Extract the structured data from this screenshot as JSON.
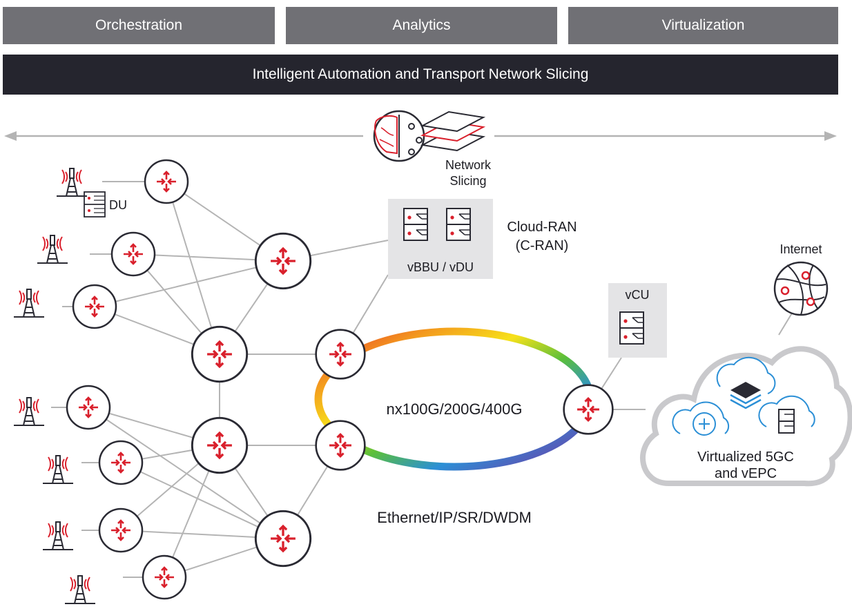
{
  "top_bars": {
    "orchestration": "Orchestration",
    "analytics": "Analytics",
    "virtualization": "Virtualization"
  },
  "banner": "Intelligent Automation and Transport Network Slicing",
  "network_slicing": {
    "line1": "Network",
    "line2": "Slicing"
  },
  "du_label": "DU",
  "cran": {
    "line1": "Cloud-RAN",
    "line2": "(C-RAN)",
    "server_caption": "vBBU / vDU"
  },
  "vcu_label": "vCU",
  "internet_label": "Internet",
  "ring_label": "nx100G/200G/400G",
  "transport_label": "Ethernet/IP/SR/DWDM",
  "core": {
    "line1": "Virtualized 5GC",
    "line2": "and vEPC"
  },
  "colors": {
    "accent_red": "#d9202c",
    "bar_gray": "#707075",
    "banner_dark": "#25252e",
    "link_gray": "#b4b4b4"
  }
}
